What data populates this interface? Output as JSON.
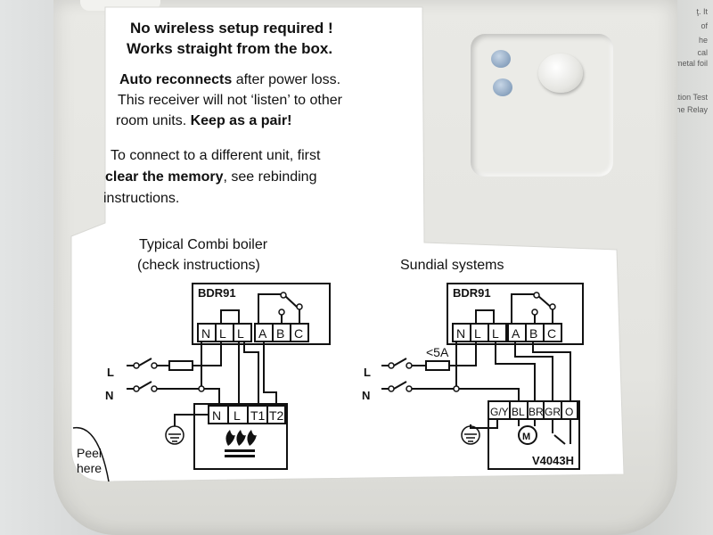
{
  "label": {
    "heading_line1": "No wireless setup required !",
    "heading_line2": "Works straight from the box.",
    "auto_bold": "Auto reconnects",
    "auto_rest": " after power loss.",
    "listen_line": "This receiver will not ‘listen’ to other",
    "room_units": "room units. ",
    "keep_pair": "Keep as a pair!",
    "connect_line1": "To connect to a different unit, first",
    "clear_memory": "clear the memory",
    "connect_rest": ", see rebinding",
    "instructions": "instructions.",
    "combi_title1": "Typical Combi boiler",
    "combi_title2": "(check instructions)",
    "sundial_title": "Sundial systems",
    "peel1": "Peel",
    "peel2": "here"
  },
  "diagram": {
    "relay_model": "BDR91",
    "relay_terminals": [
      "N",
      "L",
      "L",
      "A",
      "B",
      "C"
    ],
    "line_label": "L",
    "neutral_label": "N",
    "fuse_rating": "<5A",
    "boiler_terminals": [
      "N",
      "L",
      "T1",
      "T2"
    ],
    "valve_terminals": [
      "G/Y",
      "BL",
      "BR",
      "GR",
      "O"
    ],
    "valve_model": "V4043H",
    "motor_symbol": "M"
  },
  "background": {
    "doc_fragments": [
      "ţ. It",
      "of",
      "he",
      "cal",
      "metal foil",
      "ation Test",
      "he Relay"
    ]
  },
  "colors": {
    "label_bg": "#ffffff",
    "ink": "#111111",
    "led": "#8aa3bf",
    "device": "#e7e7e3"
  }
}
